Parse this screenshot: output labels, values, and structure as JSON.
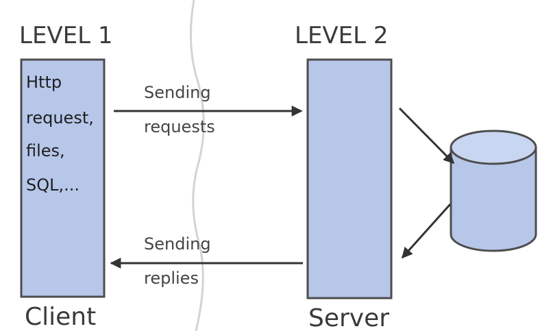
{
  "levels": {
    "level1": "LEVEL 1",
    "level2": "LEVEL 2"
  },
  "client": {
    "label": "Client",
    "contents": [
      "Http",
      "request,",
      "files,",
      "SQL,..."
    ]
  },
  "server": {
    "label": "Server"
  },
  "arrows": {
    "request_line1": "Sending",
    "request_line2": "requests",
    "reply_line1": "Sending",
    "reply_line2": "replies"
  },
  "colors": {
    "box_fill": "#b7c7ea",
    "box_stroke": "#4d4d4d",
    "divider": "#d3d3d3",
    "arrow": "#333333"
  }
}
